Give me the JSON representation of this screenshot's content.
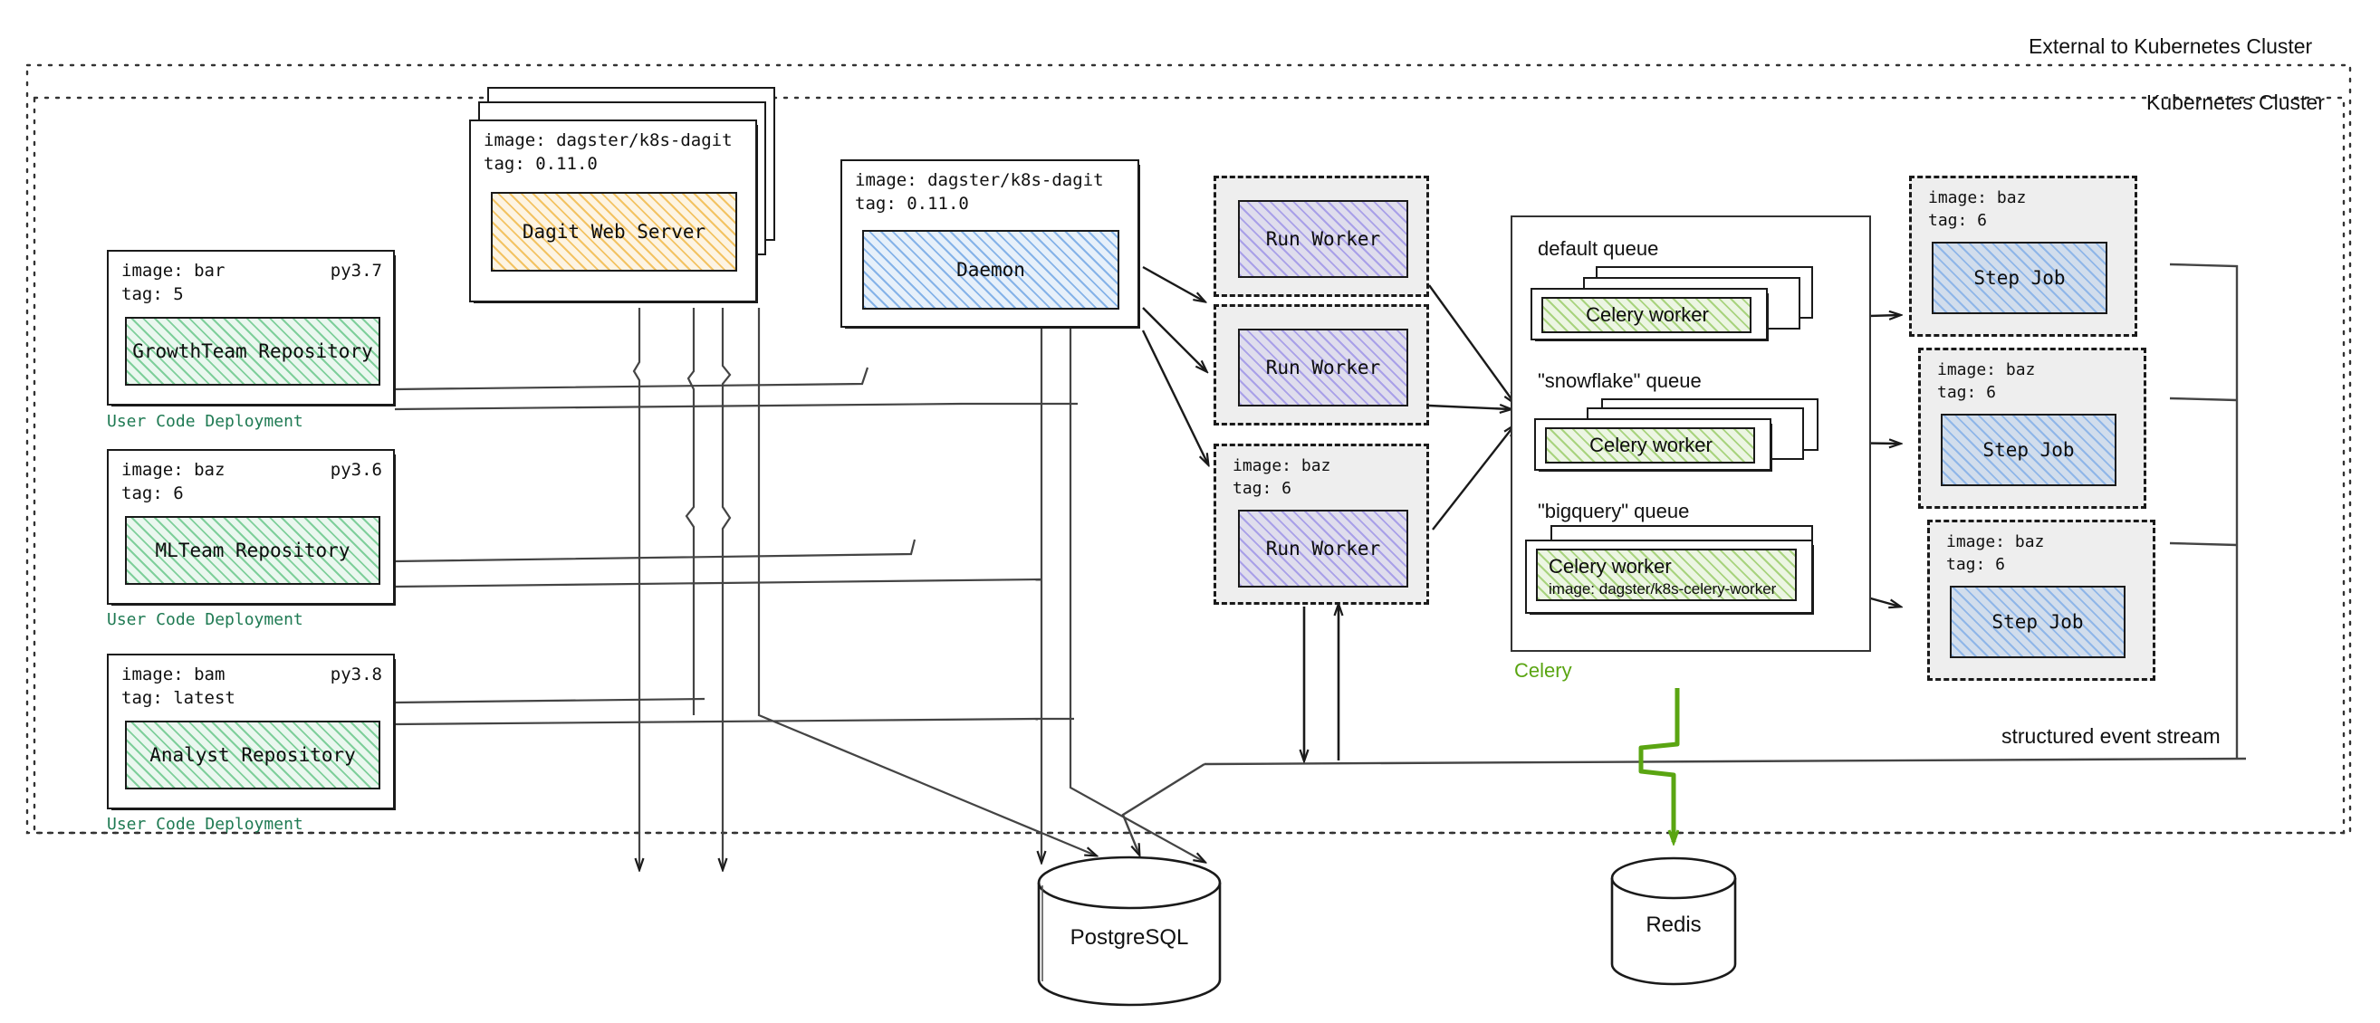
{
  "regions": {
    "external": "External to Kubernetes Cluster",
    "cluster": "Kubernetes Cluster",
    "event_stream": "structured event stream"
  },
  "user_code_deployments": [
    {
      "image": "image: bar",
      "tag": "tag: 5",
      "python": "py3.7",
      "repository": "GrowthTeam Repository",
      "caption": "User Code Deployment"
    },
    {
      "image": "image: baz",
      "tag": "tag: 6",
      "python": "py3.6",
      "repository": "MLTeam Repository",
      "caption": "User Code Deployment"
    },
    {
      "image": "image: bam",
      "tag": "tag: latest",
      "python": "py3.8",
      "repository": "Analyst Repository",
      "caption": "User Code Deployment"
    }
  ],
  "dagit": {
    "image": "image: dagster/k8s-dagit",
    "tag": "tag: 0.11.0",
    "label": "Dagit Web Server"
  },
  "daemon": {
    "image": "image: dagster/k8s-dagit",
    "tag": "tag: 0.11.0",
    "label": "Daemon"
  },
  "run_workers": [
    {
      "label": "Run Worker",
      "image": "",
      "tag": ""
    },
    {
      "label": "Run Worker",
      "image": "",
      "tag": ""
    },
    {
      "label": "Run Worker",
      "image": "image: baz",
      "tag": "tag: 6"
    }
  ],
  "celery": {
    "caption": "Celery",
    "queues": [
      {
        "name": "default queue",
        "worker": "Celery worker",
        "worker_image": ""
      },
      {
        "name": "\"snowflake\" queue",
        "worker": "Celery worker",
        "worker_image": ""
      },
      {
        "name": "\"bigquery\" queue",
        "worker": "Celery worker",
        "worker_image": "image: dagster/k8s-celery-worker"
      }
    ]
  },
  "step_jobs": [
    {
      "image": "image: baz",
      "tag": "tag: 6",
      "label": "Step Job"
    },
    {
      "image": "image: baz",
      "tag": "tag: 6",
      "label": "Step Job"
    },
    {
      "image": "image: baz",
      "tag": "tag: 6",
      "label": "Step Job"
    }
  ],
  "databases": [
    {
      "name": "PostgreSQL"
    },
    {
      "name": "Redis"
    }
  ],
  "colors": {
    "green_accent": "#1f7a53",
    "celery_green": "#5aa512",
    "repo_fill": "#7fcf9b",
    "dagit_fill": "#f3c363",
    "daemon_fill": "#85b3e8",
    "run_worker_fill": "#a9a0e8",
    "step_job_fill": "#8fb6e8",
    "pod_bg": "#eeeeee",
    "stroke": "#1a1a1a"
  }
}
